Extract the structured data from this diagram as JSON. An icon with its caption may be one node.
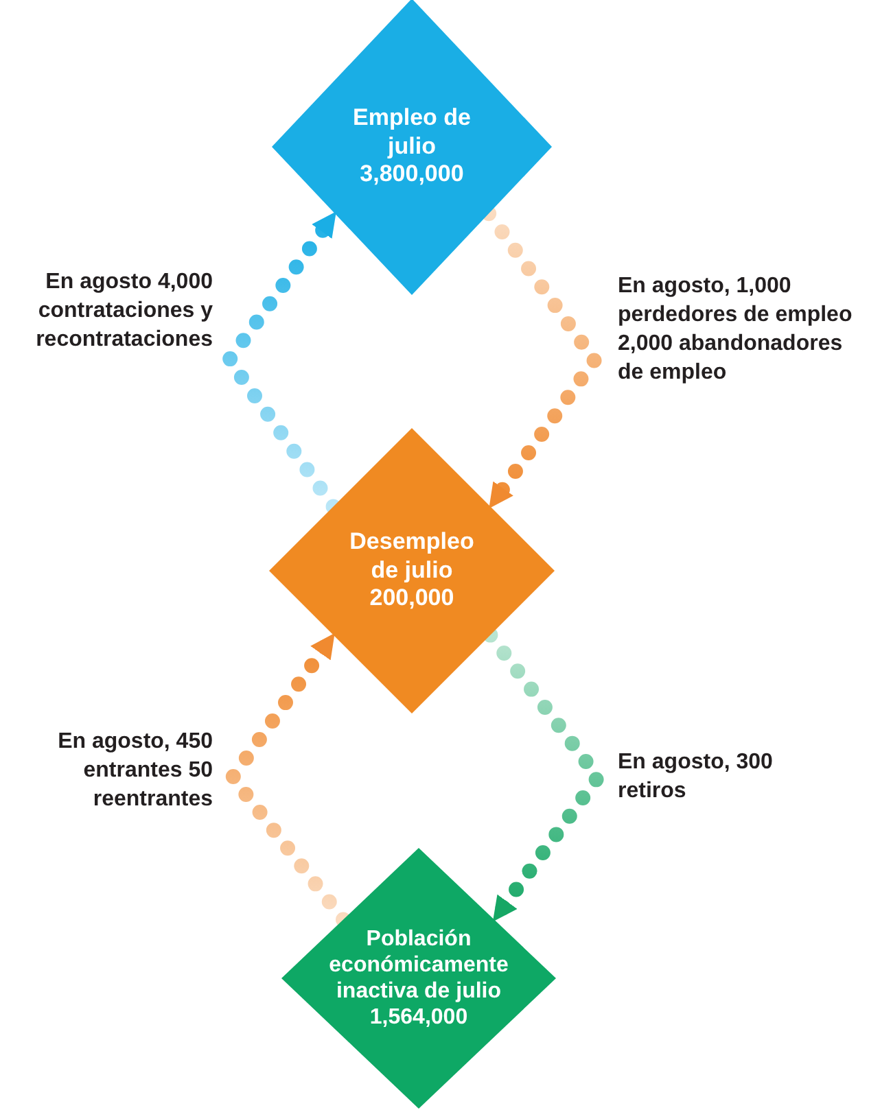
{
  "diagram": {
    "nodes": [
      {
        "text": [
          "Empleo de julio 3,800,000"
        ]
      },
      {
        "text": [
          "Desempleo de julio 200,000"
        ]
      },
      {
        "text": [
          "Población económicamente inactiva de julio 1,564,000"
        ]
      }
    ],
    "edges": [
      {
        "from": 1,
        "to": 0,
        "arrow": "to",
        "label": "En agosto 4,000 contrataciones y recontrataciones",
        "style": "dashed",
        "color": "#1aaee5"
      },
      {
        "from": 0,
        "to": 1,
        "arrow": "to",
        "label": "En agosto, 1,000 perdedores de empleo 2,000 abandonadores de empleo",
        "style": "dashed",
        "color": "#f08a30"
      },
      {
        "from": 1,
        "to": 2,
        "arrow": "to",
        "label": "En agosto, 300 retiros",
        "style": "dashed",
        "color": "#16a765"
      },
      {
        "from": 2,
        "to": 1,
        "arrow": "to",
        "label": "En agosto, 450 entrantes 50 reentrantes",
        "style": "dashed",
        "color": "#f08a30"
      }
    ]
  }
}
